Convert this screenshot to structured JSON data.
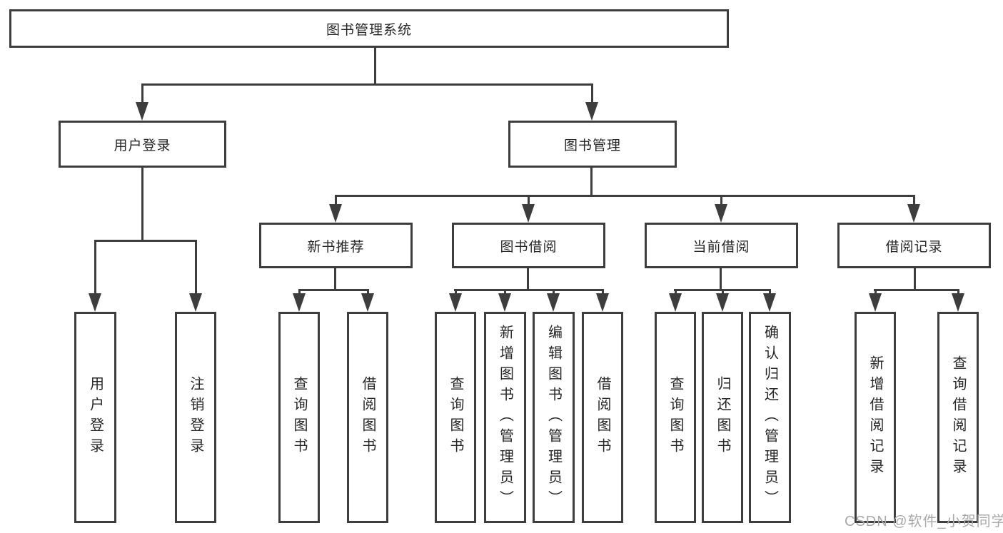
{
  "title": "图书管理系统",
  "watermark": "CSDN @软件_小贺同学",
  "colors": {
    "line": "#3d3d3d",
    "text": "#262626",
    "background": "#ffffff",
    "watermark": "#a9a9a9"
  },
  "level2": [
    {
      "label": "用户登录"
    },
    {
      "label": "图书管理"
    }
  ],
  "level3": [
    {
      "label": "新书推荐"
    },
    {
      "label": "图书借阅"
    },
    {
      "label": "当前借阅"
    },
    {
      "label": "借阅记录"
    }
  ],
  "leaves": {
    "user_login": [
      {
        "label": "用户登录"
      },
      {
        "label": "注销登录"
      }
    ],
    "new_book": [
      {
        "label": "查询图书"
      },
      {
        "label": "借阅图书"
      }
    ],
    "book_borrow": [
      {
        "label": "查询图书"
      },
      {
        "label": "新增图书（管理员）"
      },
      {
        "label": "编辑图书（管理员）"
      },
      {
        "label": "借阅图书"
      }
    ],
    "current_borrow": [
      {
        "label": "查询图书"
      },
      {
        "label": "归还图书"
      },
      {
        "label": "确认归还（管理员）"
      }
    ],
    "borrow_records": [
      {
        "label": "新增借阅记录"
      },
      {
        "label": "查询借阅记录"
      }
    ]
  }
}
